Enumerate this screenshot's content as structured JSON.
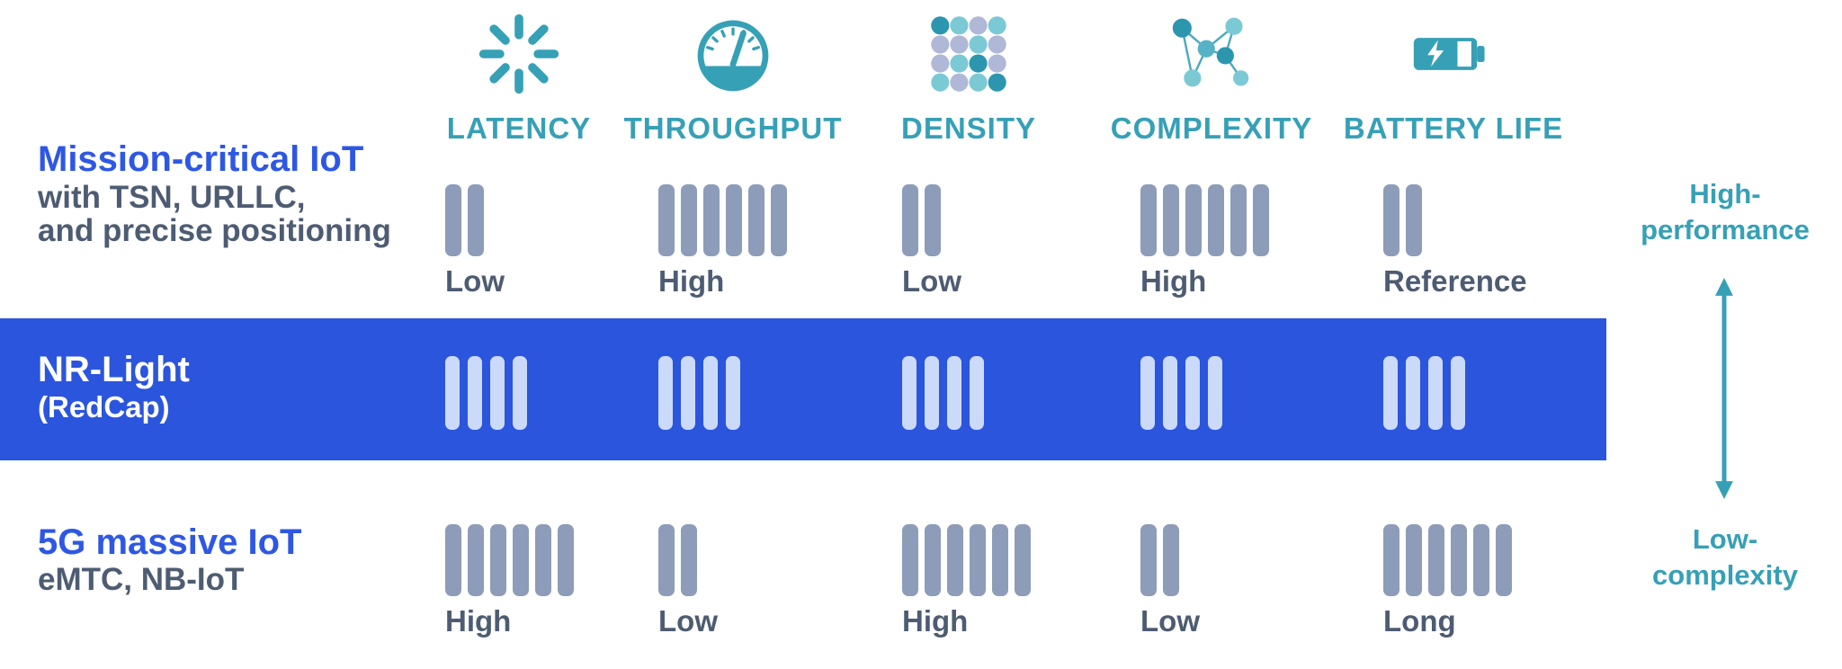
{
  "palette": {
    "teal": "#36A0B6",
    "teal_light": "#7CC9D6",
    "teal_dark": "#2C96AF",
    "lavender": "#AFB8D6",
    "band_blue": "#2B55DC",
    "title_blue": "#2E57E4",
    "bar_gray": "#8D9CB8",
    "bar_light": "#CBDAF8",
    "text_dark": "#4D5C72"
  },
  "columns": [
    {
      "id": "latency",
      "label": "LATENCY",
      "icon": "latency-spinner-icon"
    },
    {
      "id": "throughput",
      "label": "THROUGHPUT",
      "icon": "speedometer-icon"
    },
    {
      "id": "density",
      "label": "DENSITY",
      "icon": "density-dots-icon"
    },
    {
      "id": "complexity",
      "label": "COMPLEXITY",
      "icon": "network-nodes-icon"
    },
    {
      "id": "battery-life",
      "label": "BATTERY LIFE",
      "icon": "battery-icon"
    }
  ],
  "rows": [
    {
      "id": "mission-critical-iot",
      "title": "Mission-critical IoT",
      "subtitle_lines": [
        "with TSN, URLLC,",
        "and precise positioning"
      ],
      "highlighted": false,
      "cells": [
        {
          "bars": 2,
          "label": "Low"
        },
        {
          "bars": 6,
          "label": "High"
        },
        {
          "bars": 2,
          "label": "Low"
        },
        {
          "bars": 6,
          "label": "High"
        },
        {
          "bars": 2,
          "label": "Reference"
        }
      ]
    },
    {
      "id": "nr-light-redcap",
      "title": "NR-Light",
      "subtitle_lines": [
        "(RedCap)"
      ],
      "highlighted": true,
      "cells": [
        {
          "bars": 4,
          "label": ""
        },
        {
          "bars": 4,
          "label": ""
        },
        {
          "bars": 4,
          "label": ""
        },
        {
          "bars": 4,
          "label": ""
        },
        {
          "bars": 4,
          "label": ""
        }
      ]
    },
    {
      "id": "5g-massive-iot",
      "title": "5G massive IoT",
      "subtitle_lines": [
        "eMTC, NB-IoT"
      ],
      "highlighted": false,
      "cells": [
        {
          "bars": 6,
          "label": "High"
        },
        {
          "bars": 2,
          "label": "Low"
        },
        {
          "bars": 6,
          "label": "High"
        },
        {
          "bars": 2,
          "label": "Low"
        },
        {
          "bars": 6,
          "label": "Long"
        }
      ]
    }
  ],
  "axis": {
    "high_label_lines": [
      "High-",
      "performance"
    ],
    "low_label_lines": [
      "Low-",
      "complexity"
    ]
  }
}
